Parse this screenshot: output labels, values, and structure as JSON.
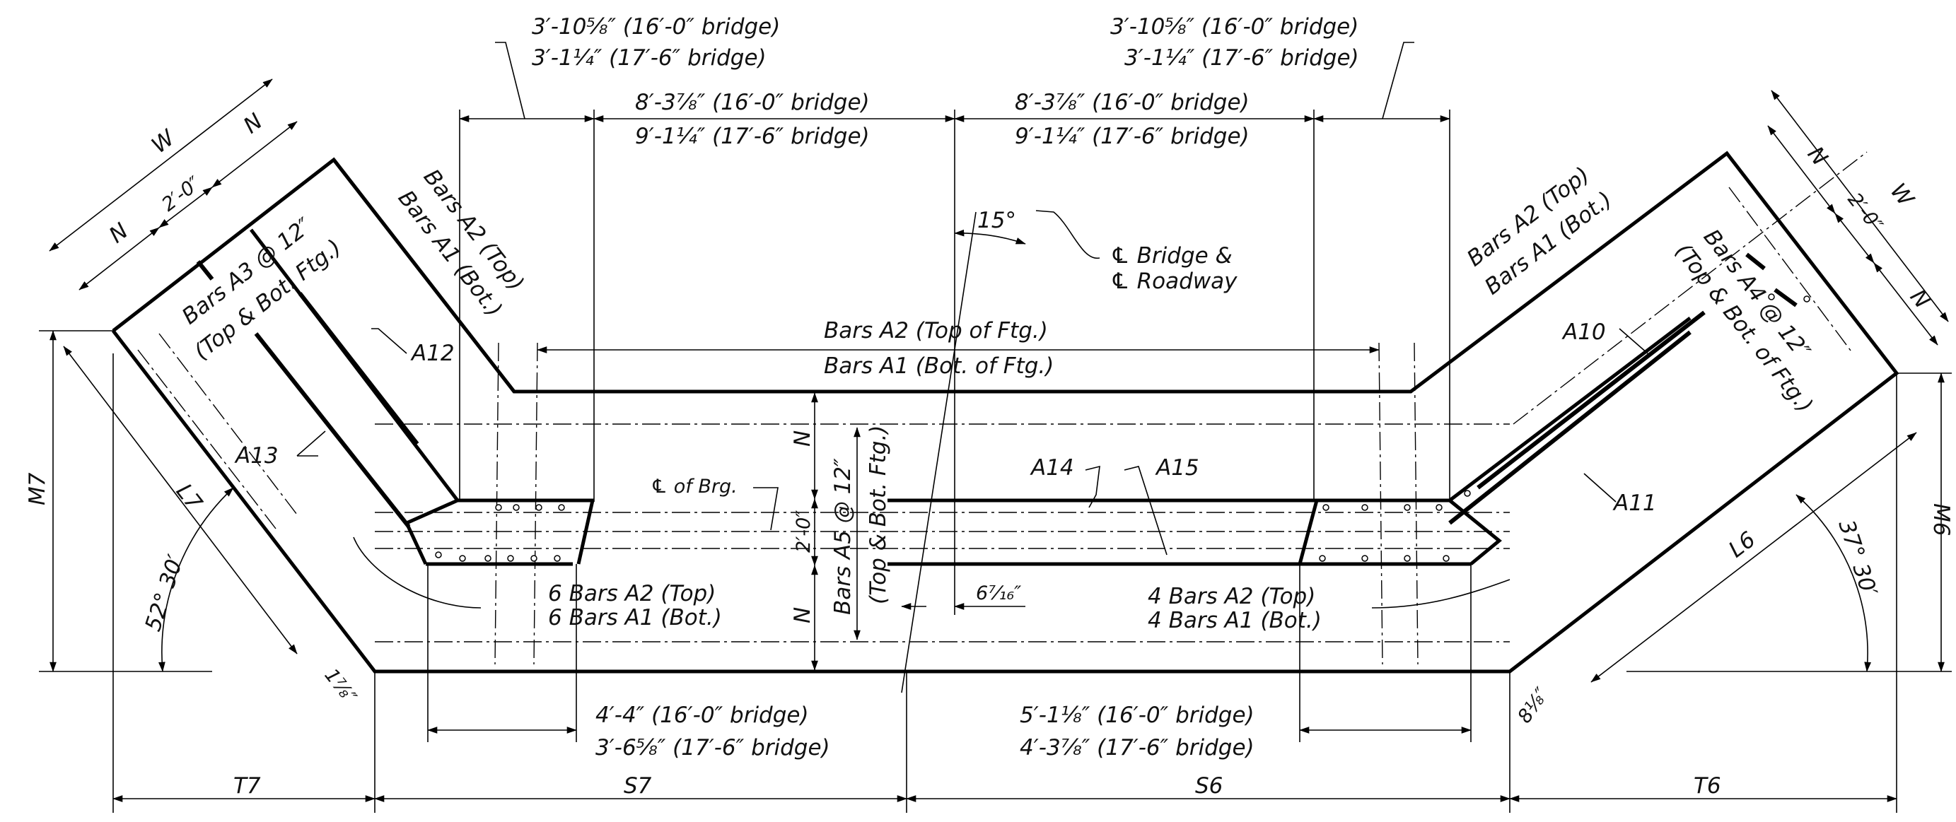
{
  "top_dims": {
    "left_flare": {
      "line1": "3′-10⅝″ (16′-0″ bridge)",
      "line2": "3′-1¼″ (17′-6″ bridge)"
    },
    "left_mid": {
      "line1": "8′-3⅞″ (16′-0″ bridge)",
      "line2": "9′-1¼″ (17′-6″ bridge)"
    },
    "right_mid": {
      "line1": "8′-3⅞″ (16′-0″ bridge)",
      "line2": "9′-1¼″ (17′-6″ bridge)"
    },
    "right_flare": {
      "line1": "3′-10⅝″ (16′-0″ bridge)",
      "line2": "3′-1¼″ (17′-6″ bridge)"
    }
  },
  "skew": {
    "angle": "15°",
    "cl_line1": "℄ Bridge &",
    "cl_line2": "℄ Roadway"
  },
  "center_bars": {
    "top": "Bars A2 (Top of Ftg.)",
    "bottom": "Bars A1 (Bot. of Ftg.)"
  },
  "left_wing": {
    "W": "W",
    "N_top": "N",
    "two_ft": "2′-0″",
    "N_left": "N",
    "bars_a2": "Bars A2 (Top)",
    "bars_a1": "Bars A1 (Bot.)",
    "a3_line1": "Bars A3 @ 12″",
    "a3_line2": "(Top & Bot. Ftg.)",
    "a12": "A12",
    "a13": "A13",
    "L7": "L7",
    "M7": "M7",
    "angle": "52° 30′",
    "offset": "1⅞″"
  },
  "right_wing": {
    "W": "W",
    "N_top": "N",
    "two_ft": "2′-0″",
    "N_right": "N",
    "bars_a2": "Bars A2 (Top)",
    "bars_a1": "Bars A1 (Bot.)",
    "a4_line1": "Bars A4 @ 12″",
    "a4_line2": "(Top & Bot. of Ftg.)",
    "a10": "A10",
    "a11": "A11",
    "L6": "L6",
    "M6": "M6",
    "angle": "37° 30′",
    "offset": "8⅛″"
  },
  "seat": {
    "cl_brg": "℄ of Brg.",
    "N_upper": "N",
    "two_ft": "2′-0″",
    "N_lower": "N",
    "a5_line1": "Bars A5 @ 12″",
    "a5_line2": "(Top & Bot. Ftg.)",
    "a14": "A14",
    "a15": "A15",
    "gap": "6⁷⁄₁₆″",
    "left_bars_line1": "6 Bars A2 (Top)",
    "left_bars_line2": "6 Bars A1 (Bot.)",
    "right_bars_line1": "4 Bars A2 (Top)",
    "right_bars_line2": "4 Bars A1 (Bot.)"
  },
  "bottom_dims": {
    "left": {
      "line1": "4′-4″ (16′-0″ bridge)",
      "line2": "3′-6⅝″ (17′-6″ bridge)"
    },
    "right": {
      "line1": "5′-1⅛″ (16′-0″ bridge)",
      "line2": "4′-3⅞″ (17′-6″ bridge)"
    },
    "T7": "T7",
    "S7": "S7",
    "S6": "S6",
    "T6": "T6"
  }
}
